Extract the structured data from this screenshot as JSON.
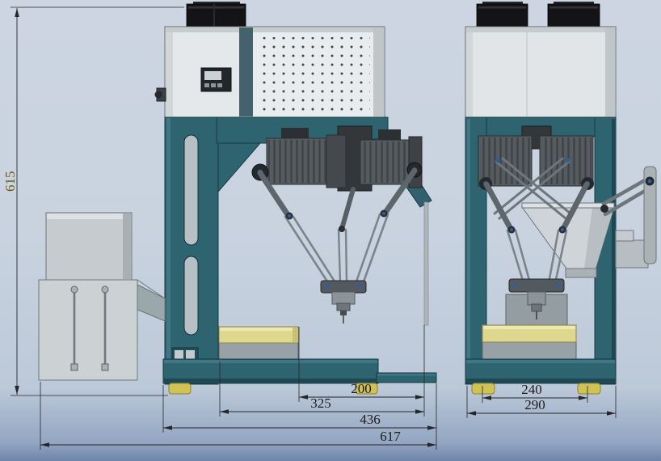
{
  "drawing": {
    "dimensions": {
      "overall_height": "615",
      "front_offsets": [
        "200",
        "325",
        "436",
        "617"
      ],
      "side_widths": [
        "240",
        "290"
      ]
    },
    "colors": {
      "background": "#c9d3e0",
      "frame_teal": "#2e6370",
      "platform_yellow": "#ddd88e",
      "feet_yellow": "#cfc257",
      "joint_blue": "#2f5d9e",
      "dimension_line": "#26262a",
      "dimension_text": "#1c1c1c",
      "height_dimension_text": "#6e5c12"
    }
  }
}
